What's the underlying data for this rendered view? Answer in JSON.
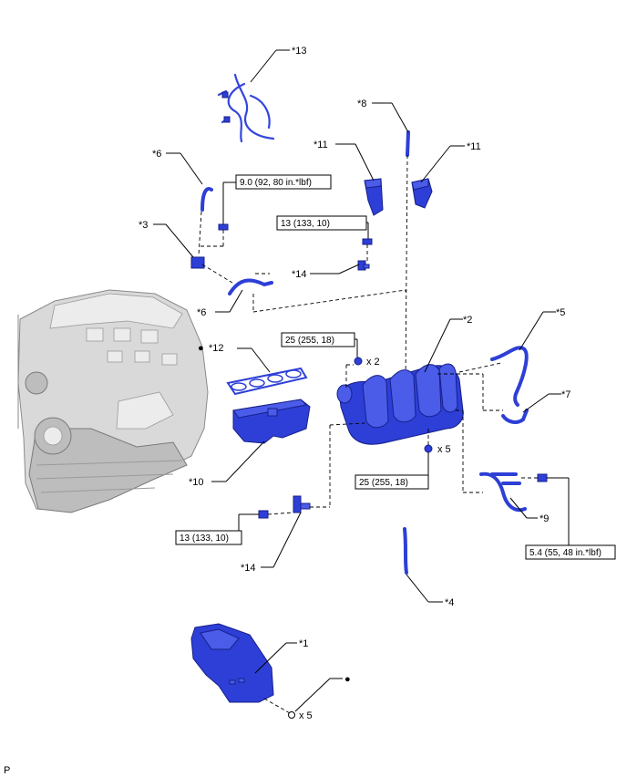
{
  "callouts": {
    "c1": "*1",
    "c2": "*2",
    "c3": "*3",
    "c4": "*4",
    "c5": "*5",
    "c6a": "*6",
    "c6b": "*6",
    "c7": "*7",
    "c8": "*8",
    "c9": "*9",
    "c10": "*10",
    "c11a": "*11",
    "c11b": "*11",
    "c12": "*12",
    "c13": "*13",
    "c14a": "*14",
    "c14b": "*14"
  },
  "torques": {
    "t1": "9.0 (92, 80 in.*lbf)",
    "t2": "13 (133, 10)",
    "t3": "25 (255, 18)",
    "t4": "25 (255, 18)",
    "t5": "13 (133, 10)",
    "t6": "5.4 (55, 48 in.*lbf)"
  },
  "quantities": {
    "q1": "x 2",
    "q2": "x 5",
    "q3": "x 5"
  },
  "symbols": {
    "non_reusable": "●"
  },
  "footer": {
    "code": "P"
  },
  "colors": {
    "part_blue": "#2d3fd6",
    "engine_gray": "#d9d9d9"
  }
}
